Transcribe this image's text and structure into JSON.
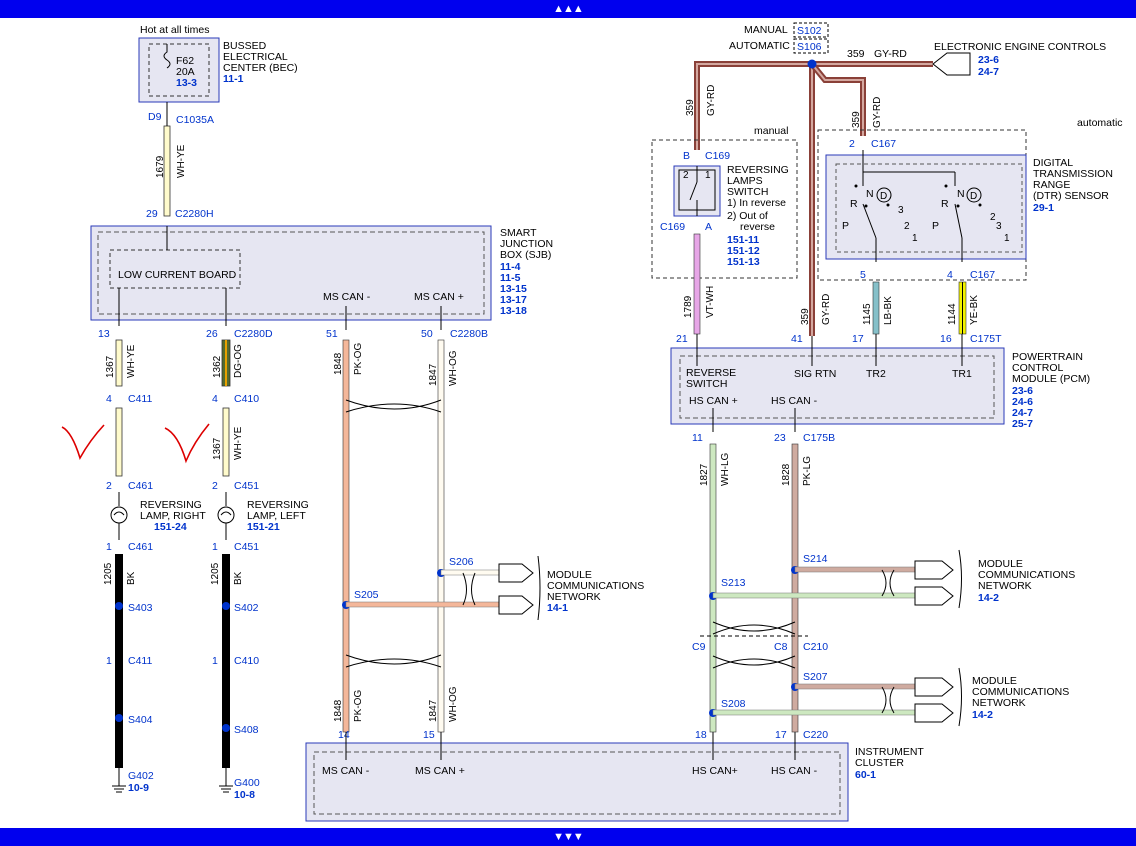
{
  "nav": {
    "up": "▲▲▲",
    "down": "▼▼▼"
  },
  "bec": {
    "hot": "Hot at all times",
    "fuse": "F62",
    "amp": "20A",
    "fref": "13-3",
    "l1": "BUSSED",
    "l2": "ELECTRICAL",
    "l3": "CENTER (BEC)",
    "ref": "11-1"
  },
  "sjb": {
    "l1": "SMART",
    "l2": "JUNCTION",
    "l3": "BOX (SJB)",
    "refs": [
      "11-4",
      "11-5",
      "13-15",
      "13-17",
      "13-18"
    ],
    "lcb": "LOW CURRENT BOARD",
    "mscm": "MS CAN -",
    "mscp": "MS CAN +"
  },
  "conn": {
    "c1035a": "C1035A",
    "d9": "D9",
    "c2280h": "C2280H",
    "p29": "29",
    "c2280d": "C2280D",
    "p13": "13",
    "p26": "26",
    "p51": "51",
    "p50": "50",
    "c2280b": "C2280B",
    "c411": "C411",
    "c410": "C410",
    "p4": "4",
    "c461": "C461",
    "c451": "C451",
    "p2": "2",
    "p1": "1",
    "p14": "14",
    "p15": "15",
    "p18": "18",
    "p17": "17",
    "c220": "C220",
    "c9": "C9",
    "c8": "C8",
    "c210": "C210",
    "c175b": "C175B",
    "p11": "11",
    "p23": "23",
    "c175t": "C175T",
    "p21": "21",
    "p41": "41",
    "p16": "16",
    "c169": "C169",
    "pb": "B",
    "pa": "A",
    "c167": "C167",
    "p5": "5"
  },
  "wires": {
    "w1679": "1679",
    "wy": "WH-YE",
    "w1367": "1367",
    "w1362": "1362",
    "dg": "DG-OG",
    "w1848": "1848",
    "pk": "PK-OG",
    "w1847": "1847",
    "wh": "WH-OG",
    "w1205": "1205",
    "bk": "BK",
    "w359": "359",
    "gy": "GY-RD",
    "w1789": "1789",
    "vt": "VT-WH",
    "w1145": "1145",
    "lb": "LB-BK",
    "w1144": "1144",
    "ye": "YE-BK",
    "w1827": "1827",
    "wlg": "WH-LG",
    "w1828": "1828",
    "plg": "PK-LG"
  },
  "lamps": {
    "rl1": "REVERSING",
    "rl2": "LAMP, RIGHT",
    "rref": "151-24",
    "ll1": "REVERSING",
    "ll2": "LAMP, LEFT",
    "lref": "151-21"
  },
  "splices": {
    "s403": "S403",
    "s404": "S404",
    "s402": "S402",
    "s408": "S408",
    "s206": "S206",
    "s205": "S205",
    "s213": "S213",
    "s214": "S214",
    "s207": "S207",
    "s208": "S208"
  },
  "grounds": {
    "g402": "G402",
    "g402r": "10-9",
    "g400": "G400",
    "g400r": "10-8"
  },
  "mcn": {
    "l1": "MODULE",
    "l2": "COMMUNICATIONS",
    "l3": "NETWORK",
    "ref1": "14-1",
    "ref2": "14-2",
    "ref3": "14-2"
  },
  "ic": {
    "l1": "INSTRUMENT",
    "l2": "CLUSTER",
    "ref": "60-1",
    "mscm": "MS CAN -",
    "mscp": "MS CAN +",
    "hscp": "HS CAN+",
    "hscm": "HS CAN -"
  },
  "top": {
    "manual": "MANUAL",
    "s102": "S102",
    "automatic": "AUTOMATIC",
    "s106": "S106",
    "eec": "ELECTRONIC ENGINE CONTROLS",
    "eref1": "23-6",
    "eref2": "24-7"
  },
  "rls": {
    "manual": "manual",
    "l1": "REVERSING",
    "l2": "LAMPS",
    "l3": "SWITCH",
    "o1": "1) In reverse",
    "o2": "2) Out of",
    "o3": "reverse",
    "refs": [
      "151-11",
      "151-12",
      "151-13"
    ],
    "sw2": "2",
    "sw1": "1"
  },
  "dtr": {
    "auto": "automatic",
    "l1": "DIGITAL",
    "l2": "TRANSMISSION",
    "l3": "RANGE",
    "l4": "(DTR) SENSOR",
    "ref": "29-1",
    "R": "R",
    "N": "N",
    "D": "D",
    "P": "P",
    "n3": "3",
    "n2": "2",
    "n1": "1"
  },
  "pcm": {
    "l1": "POWERTRAIN",
    "l2": "CONTROL",
    "l3": "MODULE (PCM)",
    "refs": [
      "23-6",
      "24-6",
      "24-7",
      "25-7"
    ],
    "rs1": "REVERSE",
    "rs2": "SWITCH",
    "sig": "SIG RTN",
    "tr2": "TR2",
    "tr1": "TR1",
    "hscp": "HS CAN +",
    "hscm": "HS CAN -"
  },
  "colors": {
    "blue": "#0033cc",
    "navbar": "#0000ee",
    "wy": "#fffbcc",
    "pk": "#f4b79a",
    "gy": "#8a4038",
    "vt": "#e7a6e7",
    "lb": "#86c0c9",
    "ye": "#f3f300",
    "wlg": "#cde8c0",
    "plg": "#cfaba0",
    "mark": "#dd0000"
  }
}
